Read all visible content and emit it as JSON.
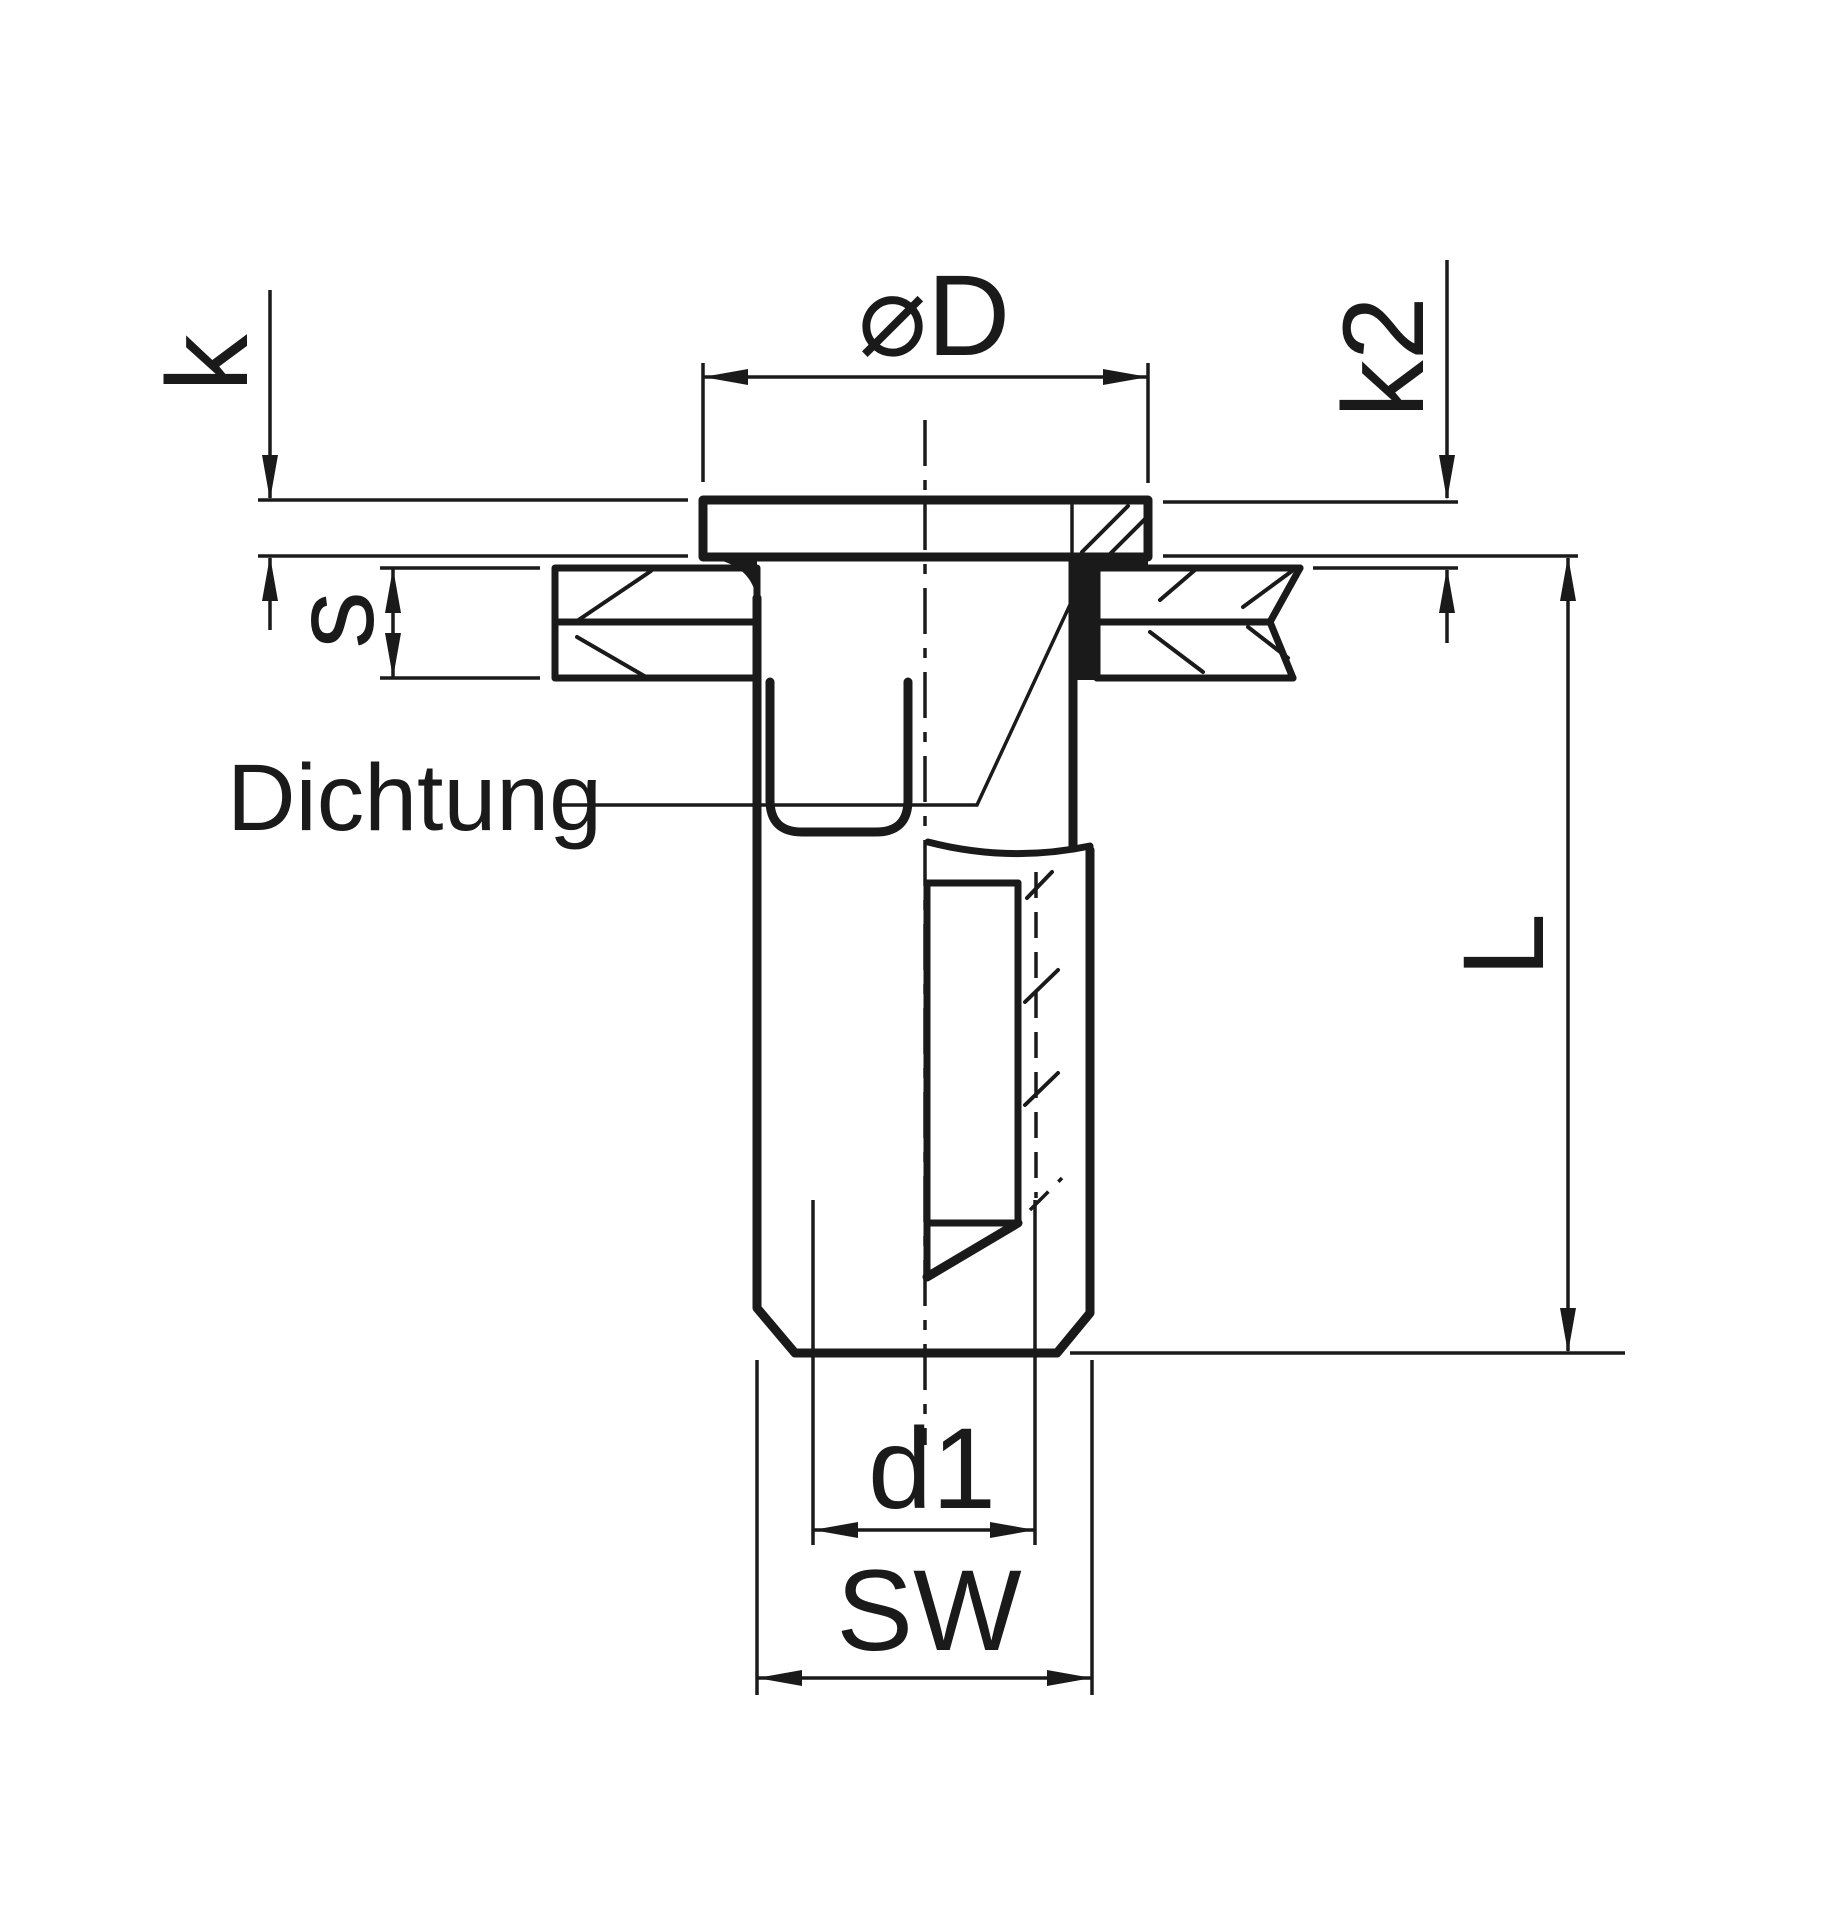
{
  "page": {
    "background": "#ffffff",
    "line_color": "#1a1a1a"
  },
  "drawing": {
    "kind": "technical-drawing",
    "labels": {
      "k": "k",
      "s": "s",
      "diameter": "⌀D",
      "k2": "k2",
      "length": "L",
      "d1": "d1",
      "sw": "SW",
      "seal": "Dichtung"
    }
  }
}
